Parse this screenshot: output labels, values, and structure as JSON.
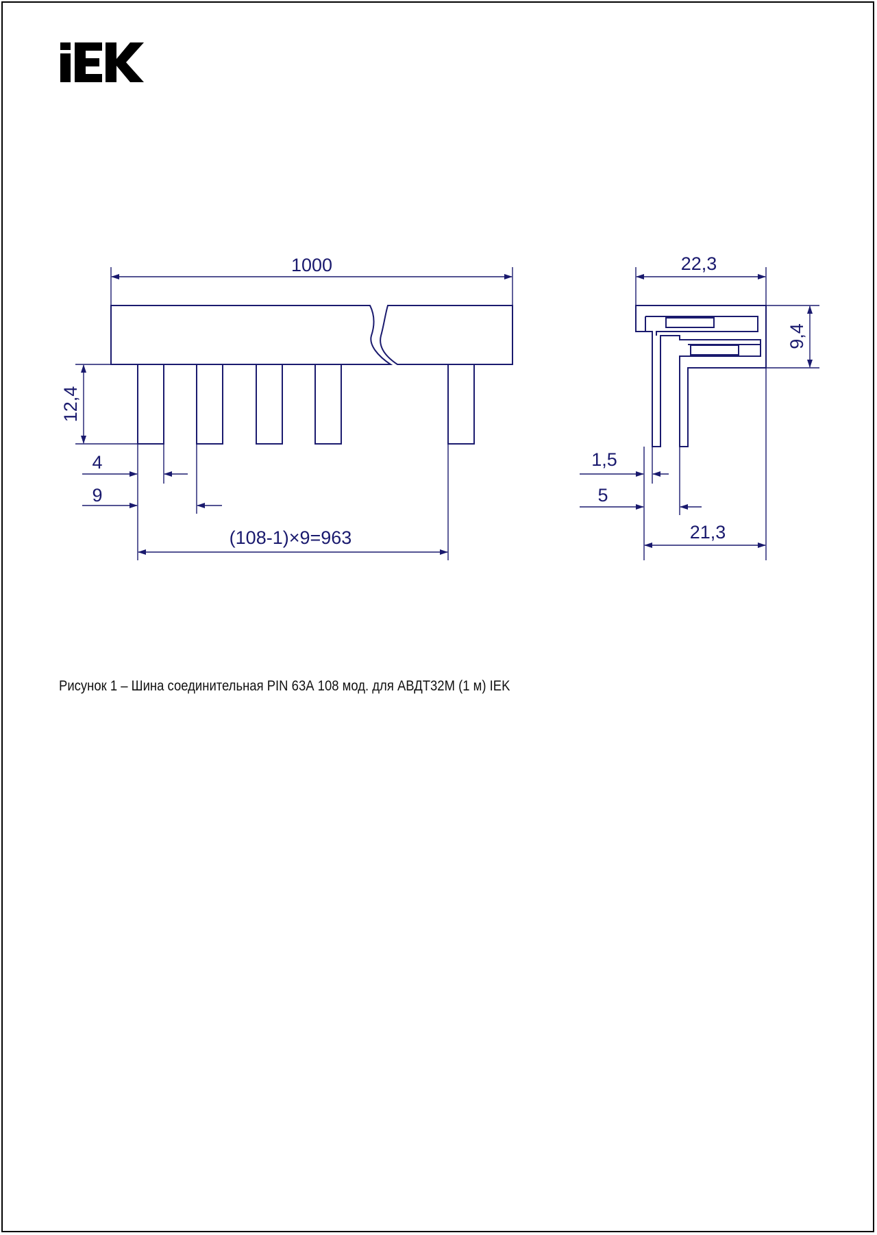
{
  "logo": {
    "text": "IEK",
    "color": "#000000"
  },
  "line_color": "#1a1a6e",
  "front_view": {
    "length": "1000",
    "pin_height": "12,4",
    "pin_width": "4",
    "pin_pitch": "9",
    "span": "(108-1)×9=963"
  },
  "side_view": {
    "width": "22,3",
    "height": "9,4",
    "thickness": "1,5",
    "offset": "5",
    "base_width": "21,3"
  },
  "caption": "Рисунок 1  – Шина соединительная PIN 63А 108 мод. для АВДТ32М (1 м) IEK"
}
